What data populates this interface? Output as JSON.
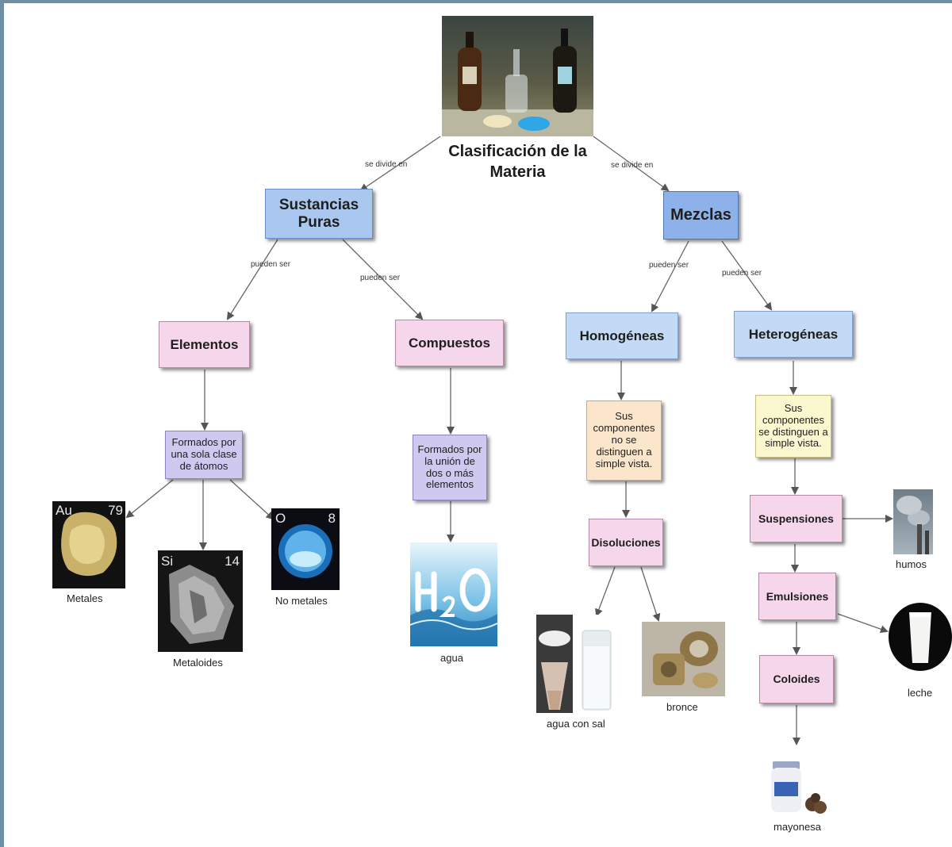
{
  "title": {
    "line1": "Clasificación de la",
    "line2": "Materia"
  },
  "links": {
    "divide_left": "se divide en",
    "divide_right": "se divide en",
    "pueden_1": "pueden ser",
    "pueden_2": "pueden ser",
    "pueden_3": "pueden ser",
    "pueden_4": "pueden ser"
  },
  "nodes": {
    "sustancias_puras": "Sustancias Puras",
    "mezclas": "Mezclas",
    "elementos": "Elementos",
    "compuestos": "Compuestos",
    "homogeneas": "Homogéneas",
    "heterogeneas": "Heterogéneas",
    "formados_sola": "Formados por una sola clase de átomos",
    "formados_union": "Formados por la unión de dos o más elementos",
    "no_distinguen": "Sus componentes no se distinguen a simple vista.",
    "si_distinguen": "Sus componentes se distinguen a simple vista.",
    "disoluciones": "Disoluciones",
    "suspensiones": "Suspensiones",
    "emulsiones": "Emulsiones",
    "coloides": "Coloides"
  },
  "captions": {
    "metales": "Metales",
    "metaloides": "Metaloides",
    "no_metales": "No metales",
    "agua": "agua",
    "agua_con_sal": "agua con sal",
    "bronce": "bronce",
    "humos": "humos",
    "leche": "leche",
    "mayonesa": "mayonesa"
  },
  "element_tiles": {
    "gold": {
      "symbol": "Au",
      "number": "79"
    },
    "silicon": {
      "symbol": "Si",
      "number": "14"
    },
    "oxygen": {
      "symbol": "O",
      "number": "8"
    }
  },
  "colors": {
    "frame": "#6f8fa3",
    "connector": "#555555",
    "pure_box": "#a9c7ef",
    "mixture_box": "#8db2ea",
    "category_box": "#f6d6ea",
    "description_box": "#cfc8ef"
  }
}
